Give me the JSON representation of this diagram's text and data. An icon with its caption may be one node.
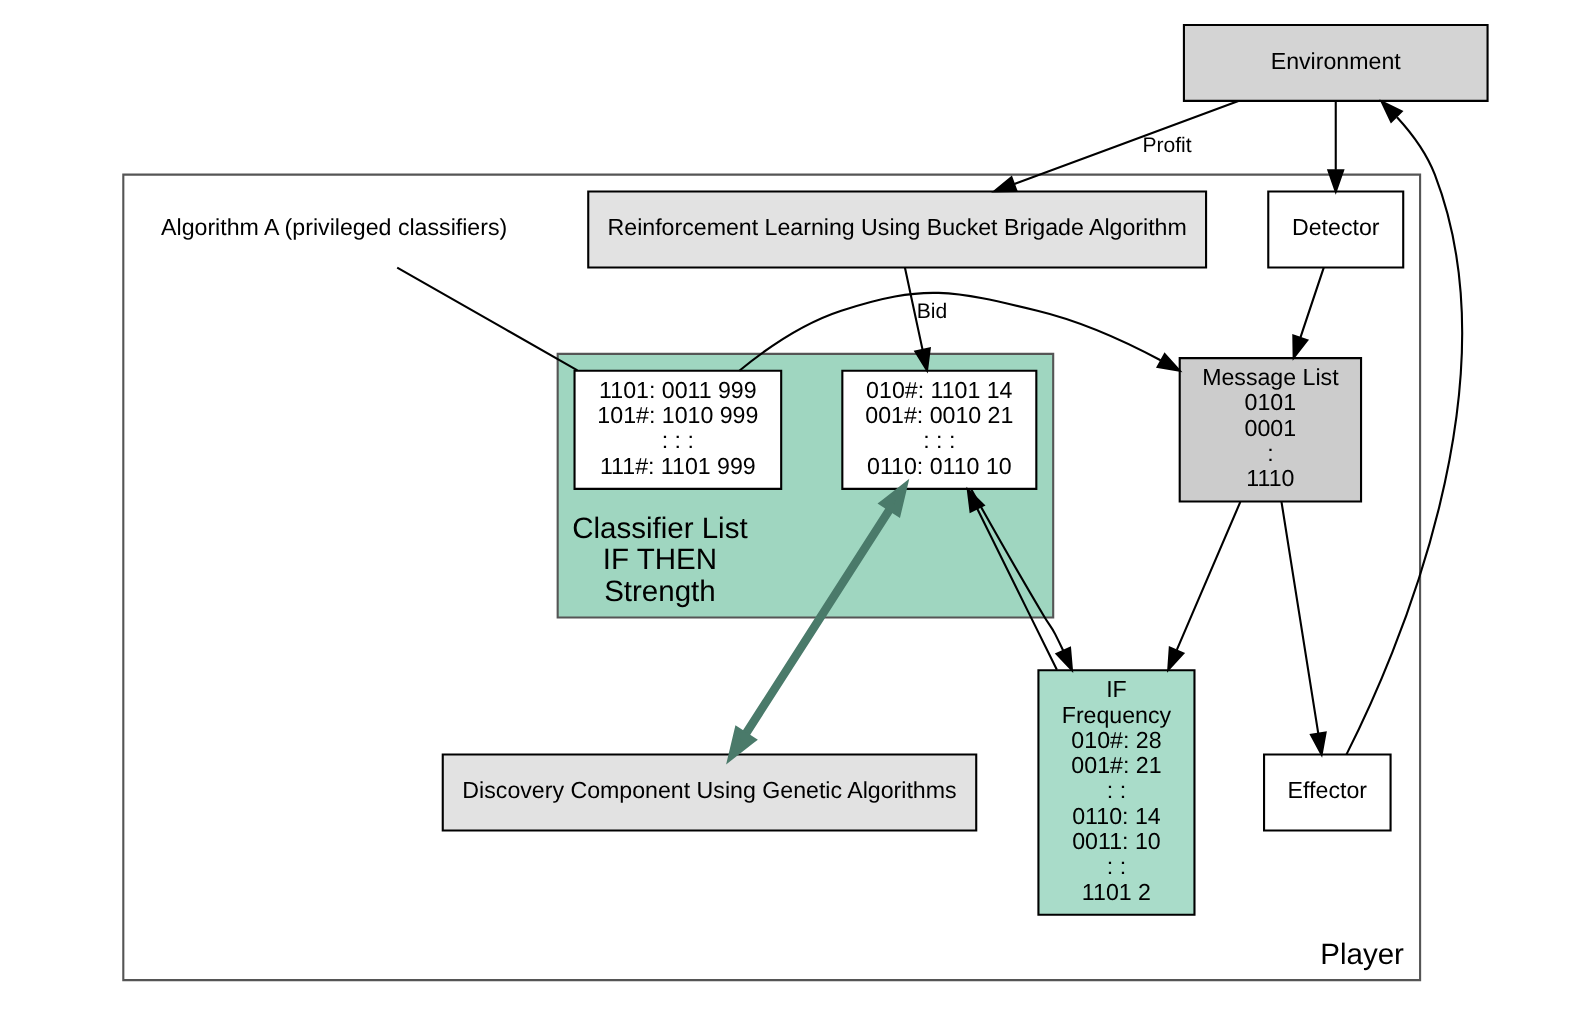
{
  "diagram": {
    "nodes": [
      {
        "text": [
          "Environment"
        ]
      },
      {
        "text": [
          "Player"
        ]
      },
      {
        "text": [
          "Detector"
        ],
        "in": 1
      },
      {
        "text": [
          "Effector"
        ],
        "in": 1
      },
      {
        "text": [
          "Message List",
          "0101",
          "0001",
          ":",
          "1110"
        ],
        "in": 1
      },
      {
        "text": [
          "IF",
          "Frequency",
          "010#: 28",
          "001#: 21",
          ": :",
          "0110: 14",
          "0011: 10",
          ": :",
          "1101 2"
        ],
        "in": 1
      },
      {
        "text": [
          "Reinforcement Learning Using Bucket Brigade Algorithm"
        ],
        "in": 1
      },
      {
        "text": [
          "Classifier List",
          "IF THEN",
          "Strength"
        ],
        "in": 1
      },
      {
        "text": [
          "010#: 1101 14",
          "001#: 0010 21",
          ": : :",
          "0110: 0110 10"
        ],
        "in": 7
      },
      {
        "text": [
          "1101: 0011 999",
          "101#: 1010 999",
          ": : :",
          "111#: 1101 999"
        ],
        "in": 7
      },
      {
        "text": [
          "Discovery Component Using Genetic Algorithms"
        ],
        "in": 1
      },
      {
        "text": [
          "Algorithm A (privileged classifiers)"
        ],
        "in": 1
      }
    ],
    "edges": [
      {
        "from": 0,
        "to": 6,
        "arrow": "to",
        "label": "Profit"
      },
      {
        "from": 0,
        "to": 2,
        "arrow": "to"
      },
      {
        "from": 2,
        "to": 4,
        "arrow": "to"
      },
      {
        "from": 4,
        "to": 3,
        "arrow": "to"
      },
      {
        "from": 3,
        "to": 0,
        "arrow": "to"
      },
      {
        "from": 4,
        "to": 5,
        "arrow": "to"
      },
      {
        "from": 5,
        "to": 8,
        "arrow": "to"
      },
      {
        "from": 8,
        "to": 5,
        "arrow": "to"
      },
      {
        "from": 6,
        "to": 8,
        "arrow": "to",
        "label": "Bid"
      },
      {
        "from": 8,
        "to": 10,
        "arrow": "both",
        "style": "thick",
        "color": "#4a7a6a"
      },
      {
        "from": 9,
        "to": 4,
        "arrow": "to"
      },
      {
        "from": 11,
        "to": 9,
        "arrow": "none"
      }
    ]
  }
}
